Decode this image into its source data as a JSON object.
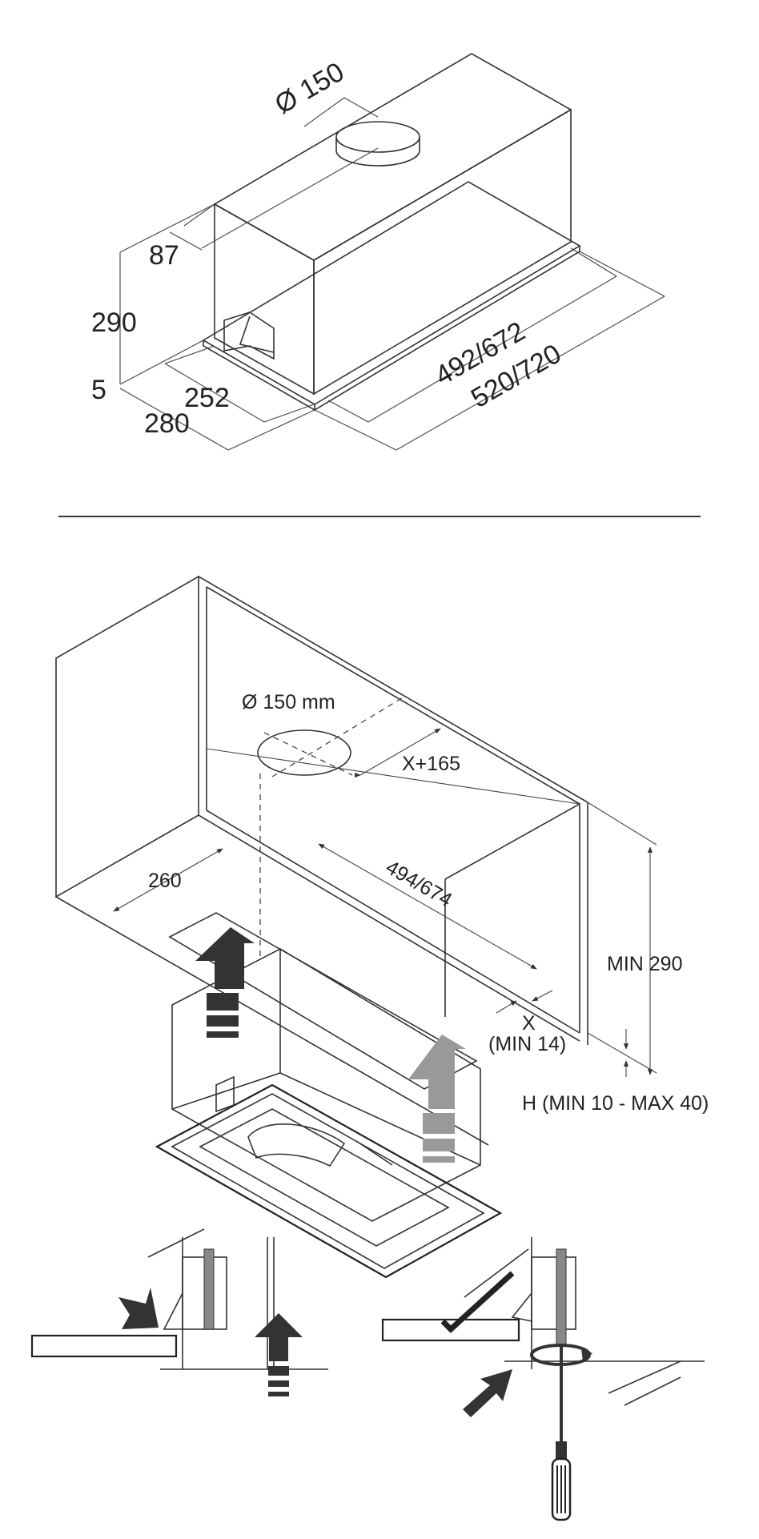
{
  "figure1": {
    "duct_diameter": "Ø 150",
    "offset_top": "87",
    "height": "290",
    "base_thickness": "5",
    "depth_inner": "252",
    "depth_outer": "280",
    "width_inner": "492/672",
    "width_outer": "520/720"
  },
  "figure2": {
    "duct_diameter": "Ø 150 mm",
    "duct_offset": "X+165",
    "depth": "260",
    "width": "494/674",
    "min_height": "MIN 290",
    "x_label": "X",
    "x_min": "(MIN 14)",
    "h_range": "H (MIN 10 - MAX 40)"
  }
}
